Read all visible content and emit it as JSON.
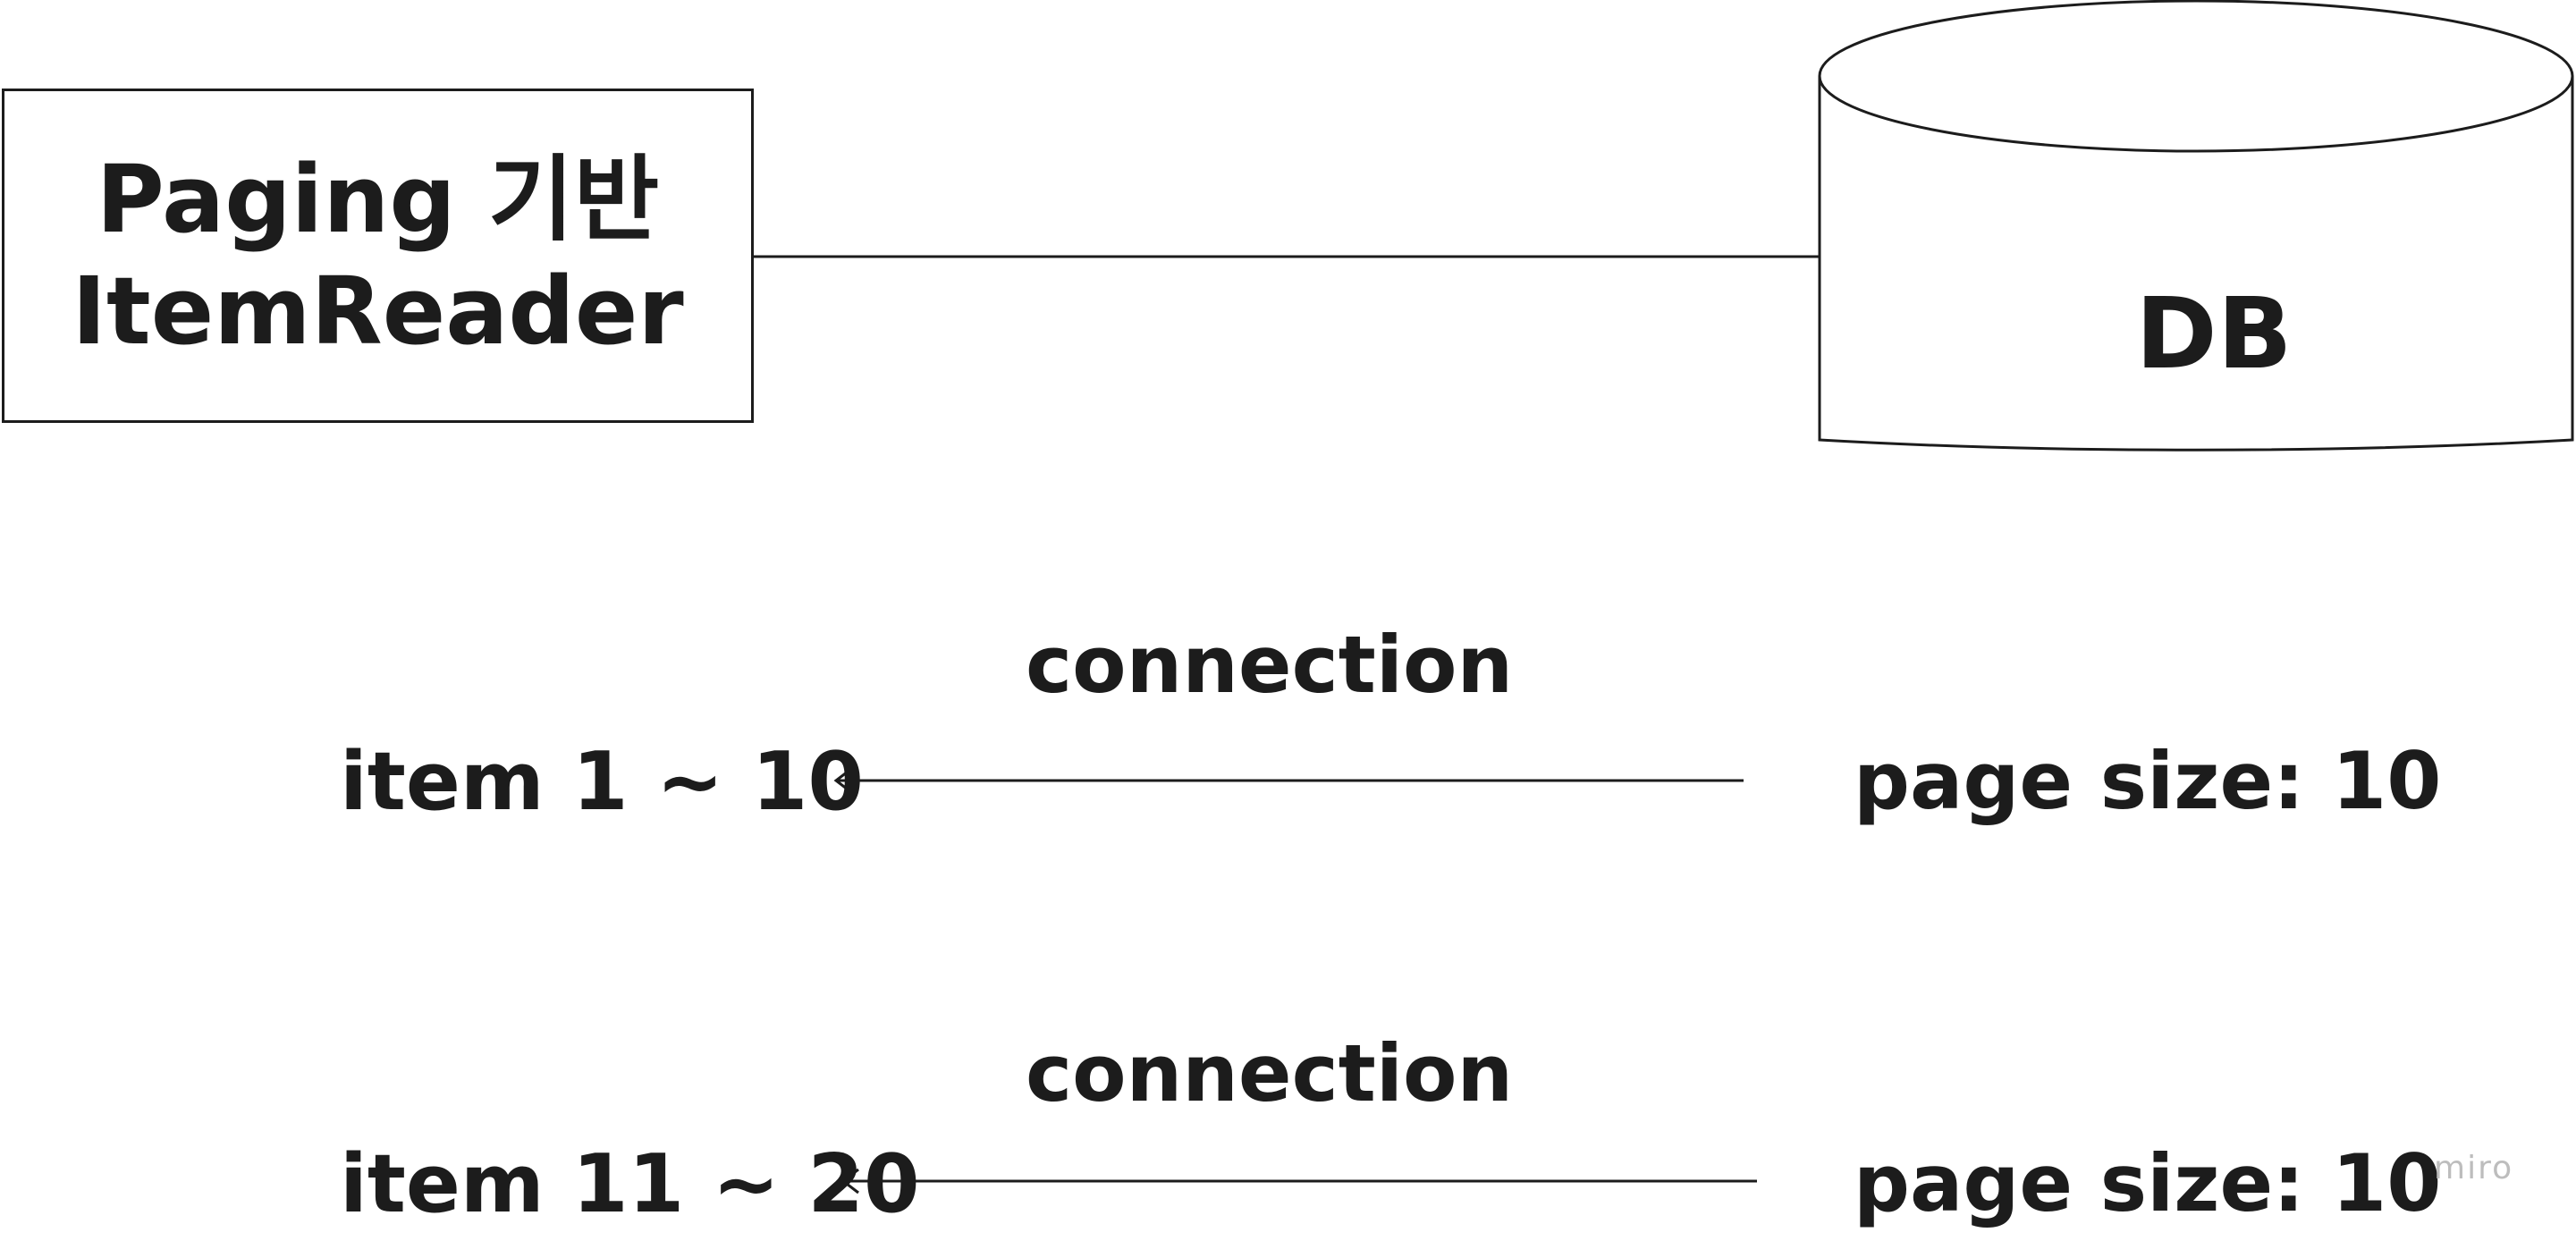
{
  "reader_node": {
    "line1": "Paging 기반",
    "line2": "ItemReader"
  },
  "db_node": {
    "label": "DB"
  },
  "flows": [
    {
      "connection_label": "connection",
      "item_label": "item 1 ~ 10",
      "page_label": "page size: 10"
    },
    {
      "connection_label": "connection",
      "item_label": "item 11 ~ 20",
      "page_label": "page size: 10"
    }
  ],
  "watermark": "miro",
  "colors": {
    "stroke": "#1c1c1c",
    "background": "#ffffff",
    "watermark": "#bdbdbd"
  }
}
